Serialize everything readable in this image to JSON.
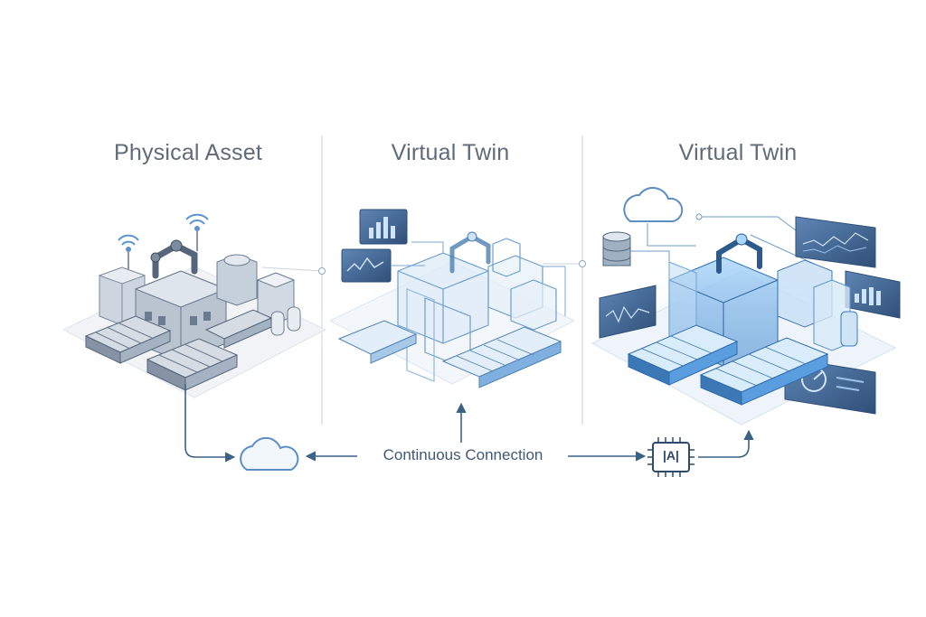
{
  "panels": [
    {
      "title": "Physical Asset"
    },
    {
      "title": "Virtual Twin"
    },
    {
      "title": "Virtual Twin"
    }
  ],
  "connection": {
    "label": "Continuous Connection"
  },
  "chip": {
    "label": "|A|"
  },
  "icons": [
    "wifi-icon",
    "cloud-icon",
    "database-icon",
    "chart-icon",
    "ai-chip-icon",
    "gauge-icon"
  ],
  "colors": {
    "title": "#5f6b78",
    "connector": "#3a6286",
    "physical_body": "#9fadbd",
    "twin_blue": "#5a94cf",
    "glow": "#8ec4f0",
    "divider": "#c9ced4"
  }
}
